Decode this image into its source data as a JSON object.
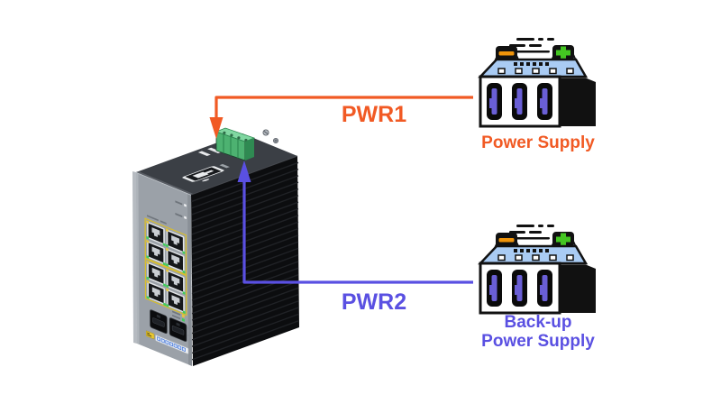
{
  "diagram": {
    "background_color": "#FFFFFF",
    "switch": {
      "name": "industrial ethernet switch",
      "rj45_port_count": 8,
      "sfp_port_count": 2,
      "features_visible": [
        "terminal-block power input",
        "console port",
        "grounding screws",
        "heatsink fins"
      ]
    },
    "power_supplies": [
      {
        "id": "primary",
        "label_lines": [
          "Power Supply"
        ],
        "label_color": "#F15A24"
      },
      {
        "id": "backup",
        "label_lines": [
          "Back-up",
          "Power Supply"
        ],
        "label_color": "#5A50E2"
      }
    ],
    "connections": [
      {
        "id": "pwr1",
        "label": "PWR1",
        "color": "#F15A24",
        "from": "primary power supply",
        "to": "switch power terminal block"
      },
      {
        "id": "pwr2",
        "label": "PWR2",
        "color": "#5A50E2",
        "from": "backup power supply",
        "to": "switch power terminal block"
      }
    ],
    "icon_colors": {
      "psu_top_blue": "#A9CBF3",
      "psu_slot_purple": "#6A5FD6",
      "psu_plus_green": "#44C622",
      "psu_minus_orange": "#F0940A",
      "switch_front_gray": "#9BA1A8",
      "terminal_block_green": "#4DB271",
      "port_group_outline_yellow": "#D9BE2B"
    }
  }
}
